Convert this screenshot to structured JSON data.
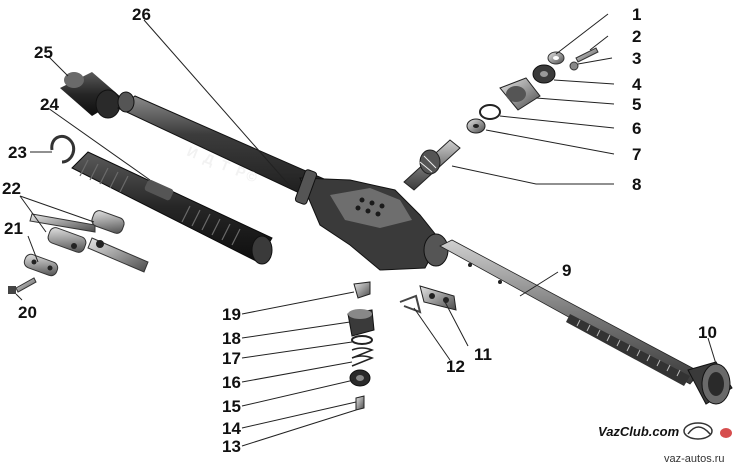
{
  "watermark": "И Д Т Р©",
  "site_logo": "VazClub.com",
  "site_url": "vaz-autos.ru",
  "callouts": [
    {
      "id": "1",
      "label": "1"
    },
    {
      "id": "2",
      "label": "2"
    },
    {
      "id": "3",
      "label": "3"
    },
    {
      "id": "4",
      "label": "4"
    },
    {
      "id": "5",
      "label": "5"
    },
    {
      "id": "6",
      "label": "6"
    },
    {
      "id": "7",
      "label": "7"
    },
    {
      "id": "8",
      "label": "8"
    },
    {
      "id": "9",
      "label": "9"
    },
    {
      "id": "10",
      "label": "10"
    },
    {
      "id": "11",
      "label": "11"
    },
    {
      "id": "12",
      "label": "12"
    },
    {
      "id": "13",
      "label": "13"
    },
    {
      "id": "14",
      "label": "14"
    },
    {
      "id": "15",
      "label": "15"
    },
    {
      "id": "16",
      "label": "16"
    },
    {
      "id": "17",
      "label": "17"
    },
    {
      "id": "18",
      "label": "18"
    },
    {
      "id": "19",
      "label": "19"
    },
    {
      "id": "20",
      "label": "20"
    },
    {
      "id": "21",
      "label": "21"
    },
    {
      "id": "22",
      "label": "22"
    },
    {
      "id": "23",
      "label": "23"
    },
    {
      "id": "24",
      "label": "24"
    },
    {
      "id": "25",
      "label": "25"
    },
    {
      "id": "26",
      "label": "26"
    }
  ]
}
